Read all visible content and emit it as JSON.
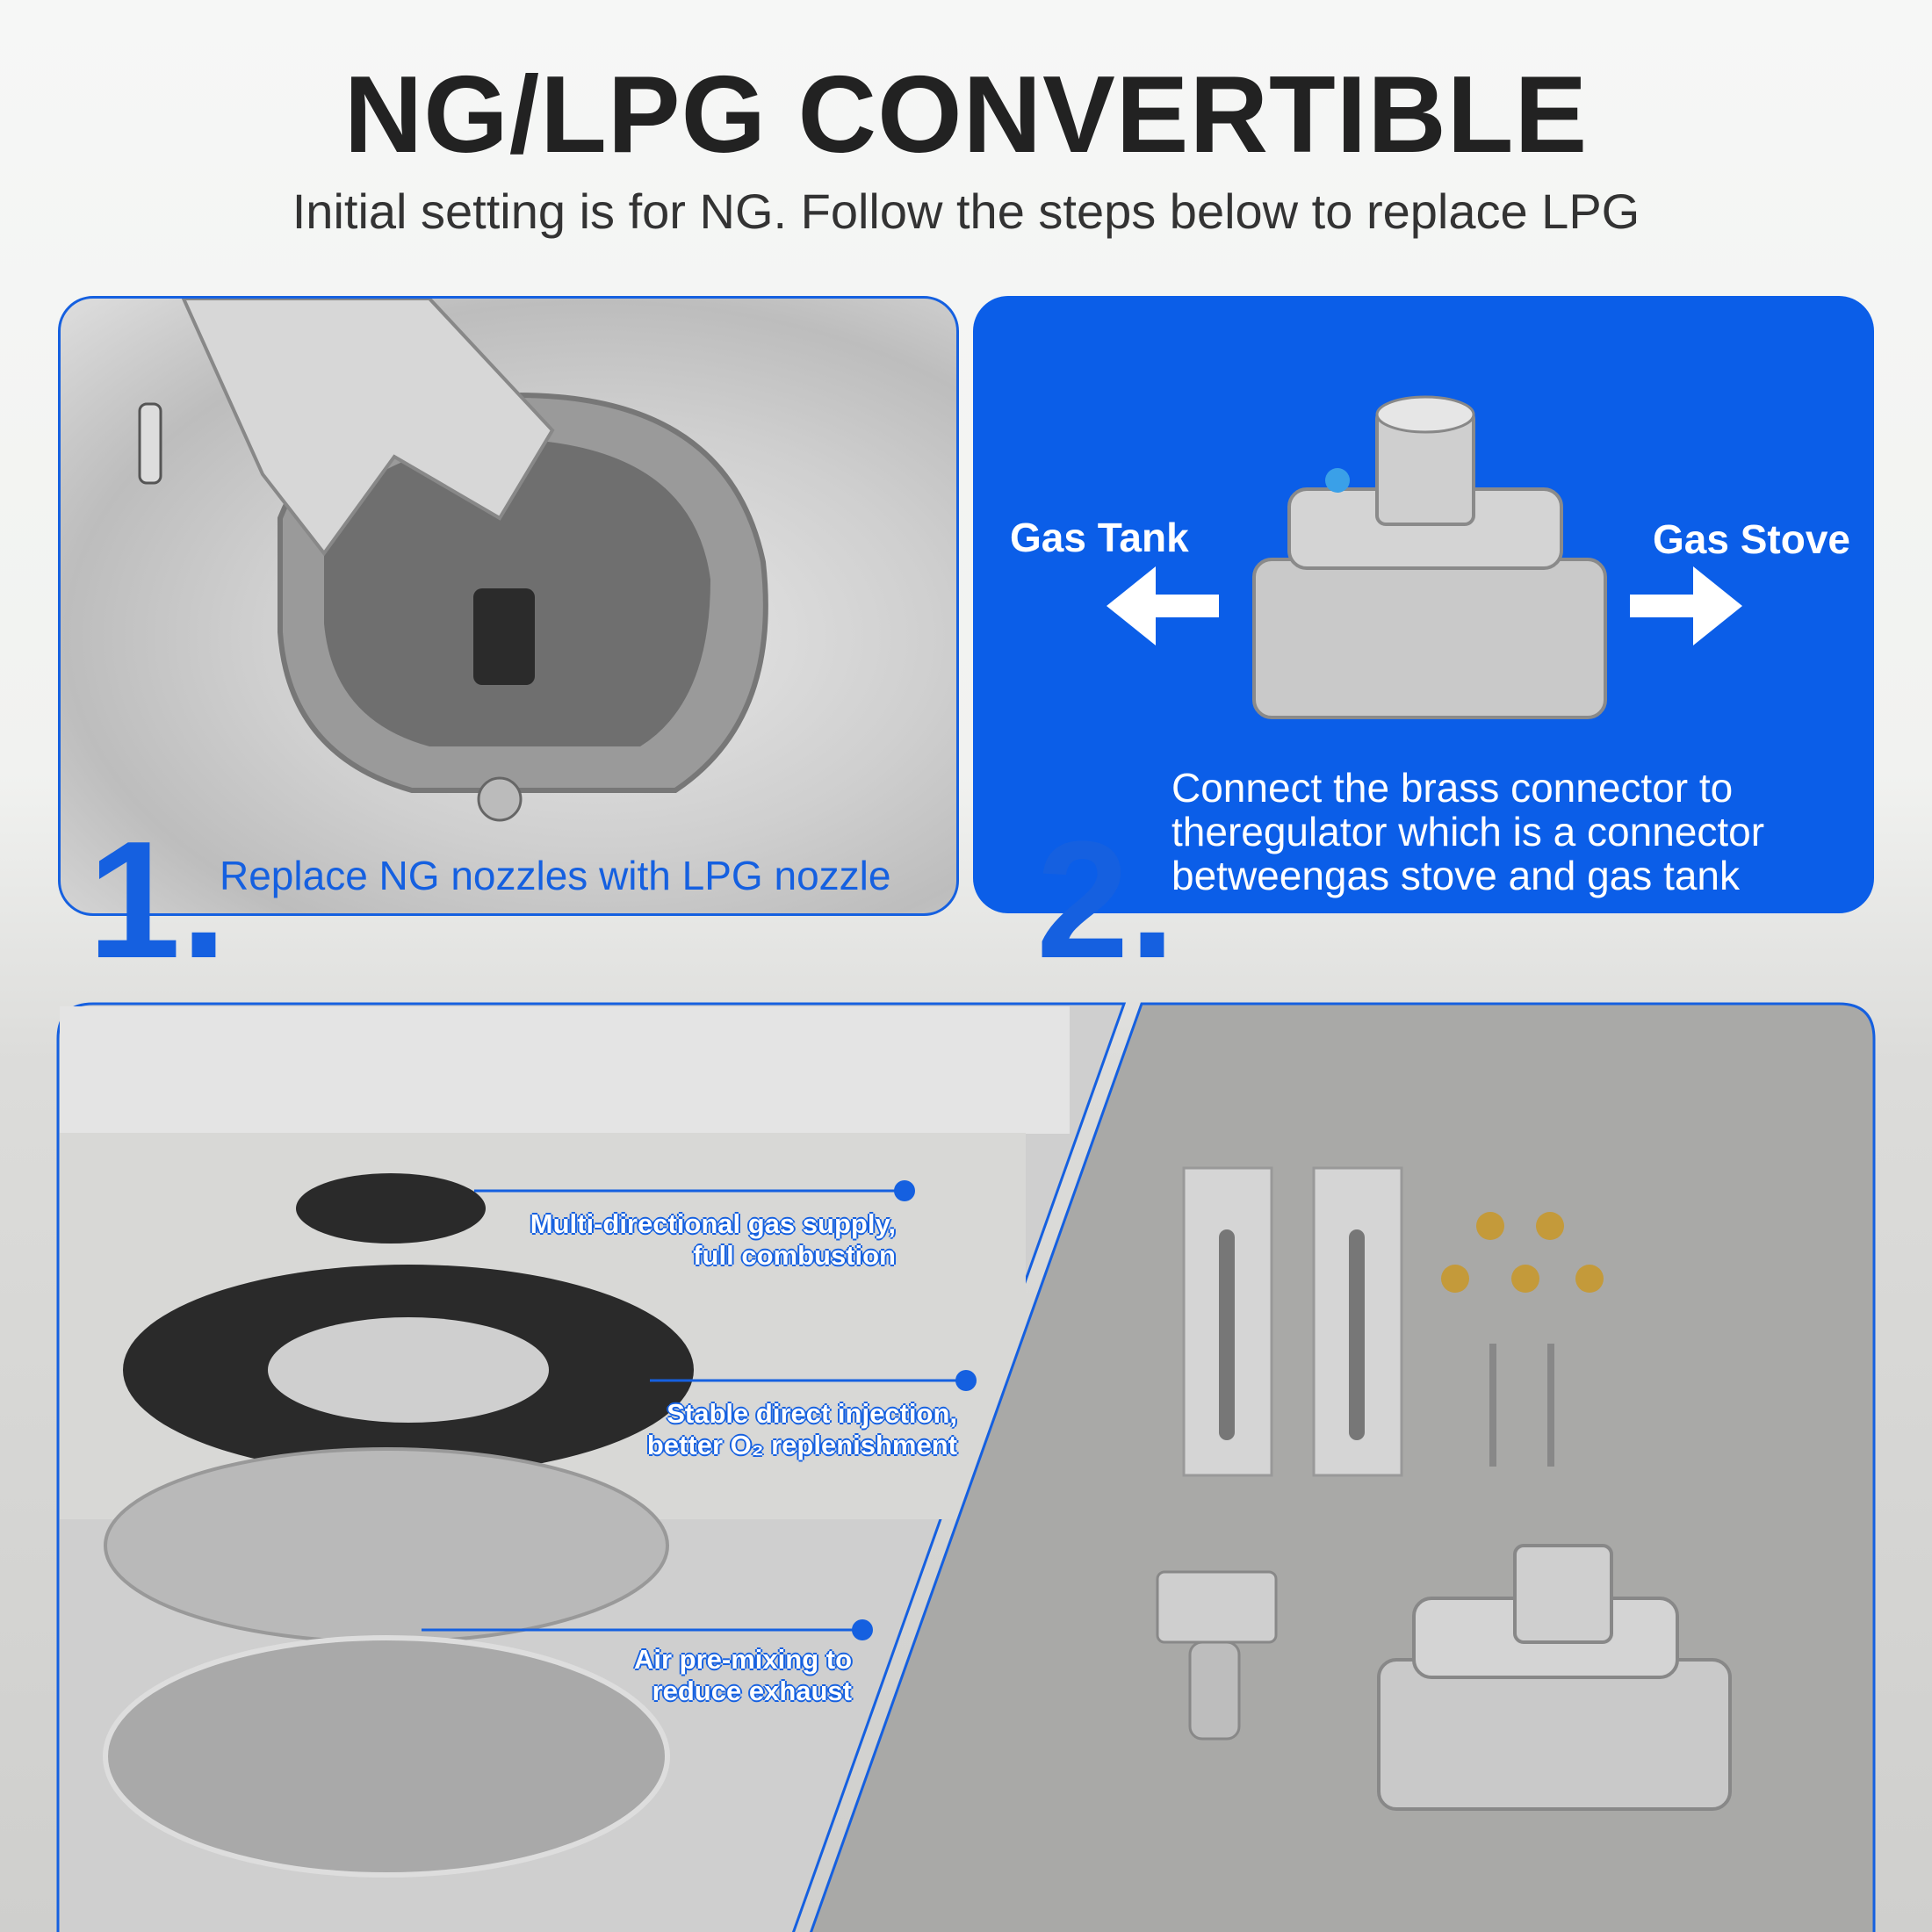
{
  "header": {
    "title": "NG/LPG CONVERTIBLE",
    "subtitle": "Initial setting is for NG. Follow the steps below to replace LPG"
  },
  "step1": {
    "number": "1.",
    "caption": "Replace NG nozzles with LPG nozzle"
  },
  "step2": {
    "number": "2.",
    "left_label": "Gas Tank",
    "right_label": "Gas Stove",
    "caption_lines": [
      "Connect the brass connector to",
      "theregulator which is a connector",
      "betweengas stove and gas tank"
    ]
  },
  "burner_callouts": [
    {
      "line1": "Multi-directional gas supply,",
      "line2": "full combustion"
    },
    {
      "line1": "Stable direct injection,",
      "line2": "better O₂  replenishment"
    },
    {
      "line1": "Air pre-mixing to",
      "line2": "reduce exhaust"
    }
  ],
  "colors": {
    "accent": "#1560e0",
    "panel_blue": "#0b5ee8",
    "title": "#222222"
  }
}
